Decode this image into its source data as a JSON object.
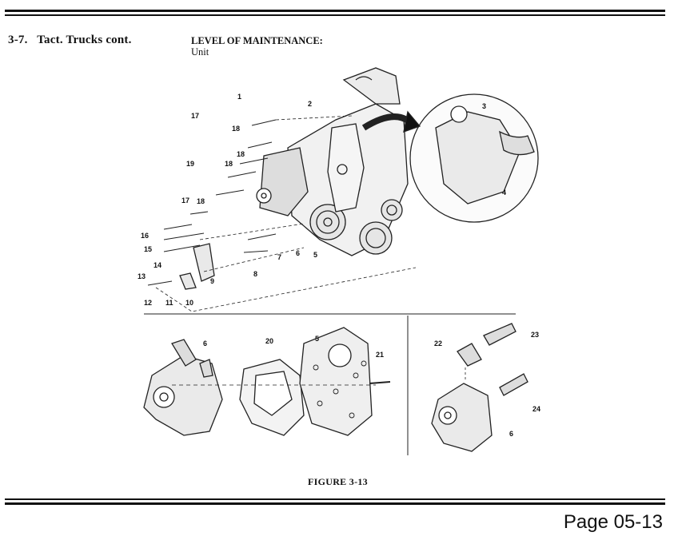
{
  "header": {
    "section": "3-7.",
    "title": "Tact. Trucks cont.",
    "level_label": "LEVEL OF MAINTENANCE:",
    "level_value": "Unit"
  },
  "figure": {
    "caption": "FIGURE 3-13",
    "callouts_upper": [
      "1",
      "2",
      "3",
      "4",
      "5",
      "6",
      "7",
      "8",
      "9",
      "10",
      "11",
      "12",
      "13",
      "14",
      "15",
      "16",
      "17",
      "17",
      "18",
      "18",
      "18",
      "18",
      "19"
    ],
    "callouts_lower": [
      "6",
      "20",
      "5",
      "21",
      "22",
      "23",
      "24",
      "6"
    ]
  },
  "footer": {
    "page": "Page 05-13"
  }
}
